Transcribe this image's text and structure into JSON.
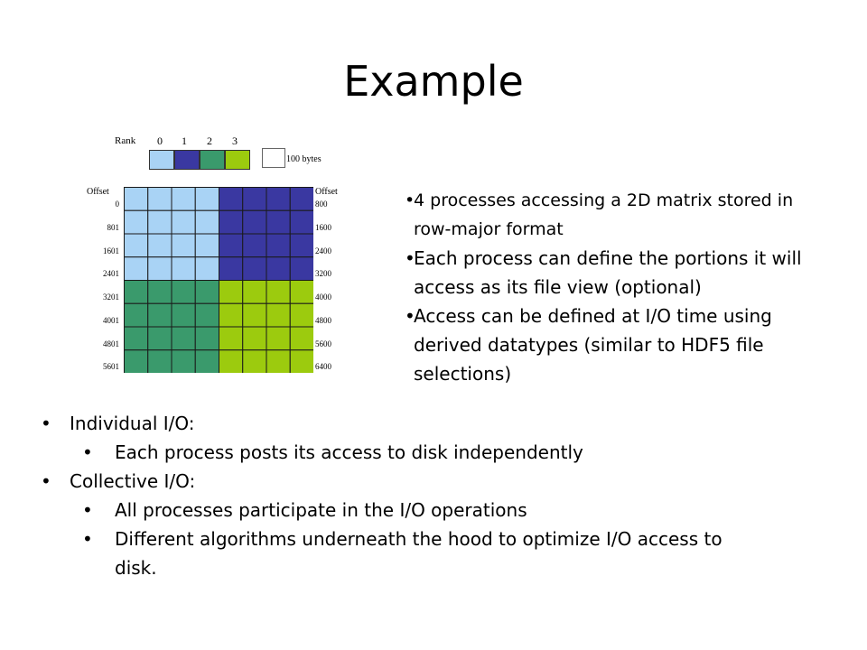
{
  "title": "Example",
  "diagram": {
    "rank_label": "Rank",
    "ranks": [
      "0",
      "1",
      "2",
      "3"
    ],
    "legend_text": "100 bytes",
    "offset_header_left": "Offset",
    "offset_header_right": "Offset",
    "left_offsets": [
      "0",
      "801",
      "1601",
      "2401",
      "3201",
      "4001",
      "4801",
      "5601"
    ],
    "right_offsets": [
      "800",
      "1600",
      "2400",
      "3200",
      "4000",
      "4800",
      "5600",
      "6400"
    ],
    "colors": {
      "rank0": "#a9d3f5",
      "rank1": "#3a38a1",
      "rank2": "#3a9a6c",
      "rank3": "#9ccb0e"
    },
    "grid": {
      "rows": 8,
      "cols": 8
    }
  },
  "right_bullets": [
    "4 processes accessing a 2D matrix stored in row-major format",
    "Each process can define the portions it will access as its file view (optional)",
    "Access can be defined at I/O time using derived datatypes (similar to HDF5 file selections)"
  ],
  "main_bullets": {
    "individual": "Individual I/O:",
    "individual_sub": "Each process posts its access to disk independently",
    "collective": "Collective I/O:",
    "collective_sub1": "All processes participate in the I/O operations",
    "collective_sub2": "Different algorithms underneath the hood to optimize I/O access to disk."
  }
}
